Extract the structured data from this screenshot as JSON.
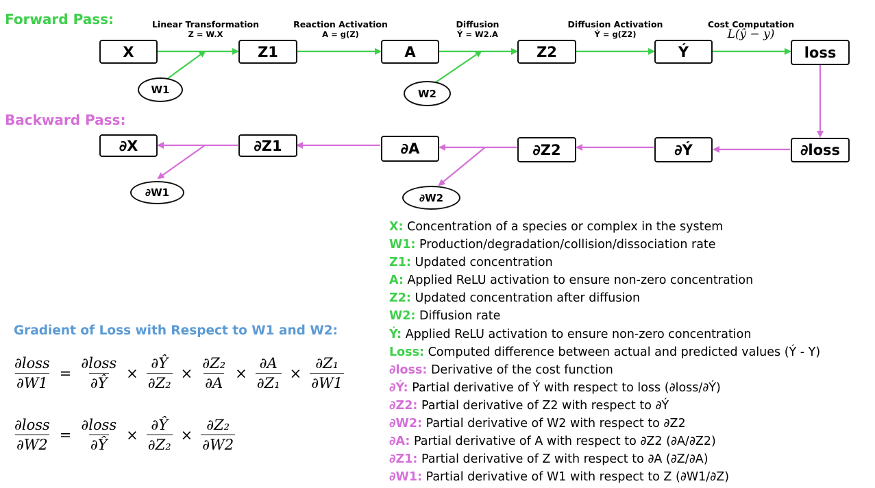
{
  "forward_pass_title": "Forward Pass:",
  "backward_pass_title": "Backward Pass:",
  "forward_steps": [
    {
      "label": "Linear Transformation",
      "equation": "Z = W.X"
    },
    {
      "label": "Reaction Activation",
      "equation": "A = g(Z)"
    },
    {
      "label": "Diffusion",
      "equation": "Ý = W2.A"
    },
    {
      "label": "Diffusion Activation",
      "equation": "Ý = g(Z2)"
    },
    {
      "label": "Cost Computation",
      "equation": "L(ŷ − y)"
    }
  ],
  "forward_nodes": [
    "X",
    "Z1",
    "A",
    "Z2",
    "Ý",
    "loss"
  ],
  "forward_weights": [
    "W1",
    "W2"
  ],
  "backward_nodes": [
    "∂X",
    "∂Z1",
    "∂A",
    "∂Z2",
    "∂Ý",
    "∂loss"
  ],
  "backward_weights": [
    "∂W1",
    "∂W2"
  ],
  "legend": [
    {
      "key": "X:",
      "text": " Concentration of a species or complex in the system",
      "color": "green"
    },
    {
      "key": "W1:",
      "text": " Production/degradation/collision/dissociation rate",
      "color": "green"
    },
    {
      "key": "Z1:",
      "text": " Updated concentration",
      "color": "green"
    },
    {
      "key": "A:",
      "text": " Applied ReLU activation to ensure non-zero concentration",
      "color": "green"
    },
    {
      "key": "Z2:",
      "text": " Updated concentration after diffusion",
      "color": "green"
    },
    {
      "key": "W2:",
      "text": " Diffusion rate",
      "color": "green"
    },
    {
      "key": "Ý:",
      "text": " Applied ReLU activation to ensure non-zero concentration",
      "color": "green"
    },
    {
      "key": "Loss:",
      "text": " Computed difference between actual and predicted values (Ý - Y)",
      "color": "green"
    },
    {
      "key": "∂loss:",
      "text": " Derivative of the cost function",
      "color": "pink"
    },
    {
      "key": "∂Ý:",
      "text": " Partial derivative of Ý with respect to loss (∂loss/∂Ý)",
      "color": "pink"
    },
    {
      "key": "∂Z2:",
      "text": " Partial derivative of Z2 with respect to ∂Ý",
      "color": "pink"
    },
    {
      "key": "∂W2:",
      "text": " Partial derivative of W2 with respect to ∂Z2",
      "color": "pink"
    },
    {
      "key": "∂A:",
      "text": " Partial derivative of A with respect to ∂Z2 (∂A/∂Z2)",
      "color": "pink"
    },
    {
      "key": "∂Z1:",
      "text": " Partial derivative of Z with respect to ∂A (∂Z/∂A)",
      "color": "pink"
    },
    {
      "key": "∂W1:",
      "text": " Partial derivative of W1 with respect to Z (∂W1/∂Z)",
      "color": "pink"
    }
  ],
  "gradient_title": "Gradient of Loss with Respect to W1 and W2:",
  "formula_w1": {
    "lhs": {
      "num": "∂loss",
      "den": "∂W1"
    },
    "terms": [
      {
        "num": "∂loss",
        "den": "∂Ŷ"
      },
      {
        "num": "∂Ŷ",
        "den": "∂Z₂"
      },
      {
        "num": "∂Z₂",
        "den": "∂A"
      },
      {
        "num": "∂A",
        "den": "∂Z₁"
      },
      {
        "num": "∂Z₁",
        "den": "∂W1"
      }
    ]
  },
  "formula_w2": {
    "lhs": {
      "num": "∂loss",
      "den": "∂W2"
    },
    "terms": [
      {
        "num": "∂loss",
        "den": "∂Ŷ"
      },
      {
        "num": "∂Ŷ",
        "den": "∂Z₂"
      },
      {
        "num": "∂Z₂",
        "den": "∂W2"
      }
    ]
  },
  "colors": {
    "forward": "#3ecf4a",
    "backward": "#d56fd8",
    "gradient_title": "#5b9bd5",
    "node_border": "#111111"
  }
}
